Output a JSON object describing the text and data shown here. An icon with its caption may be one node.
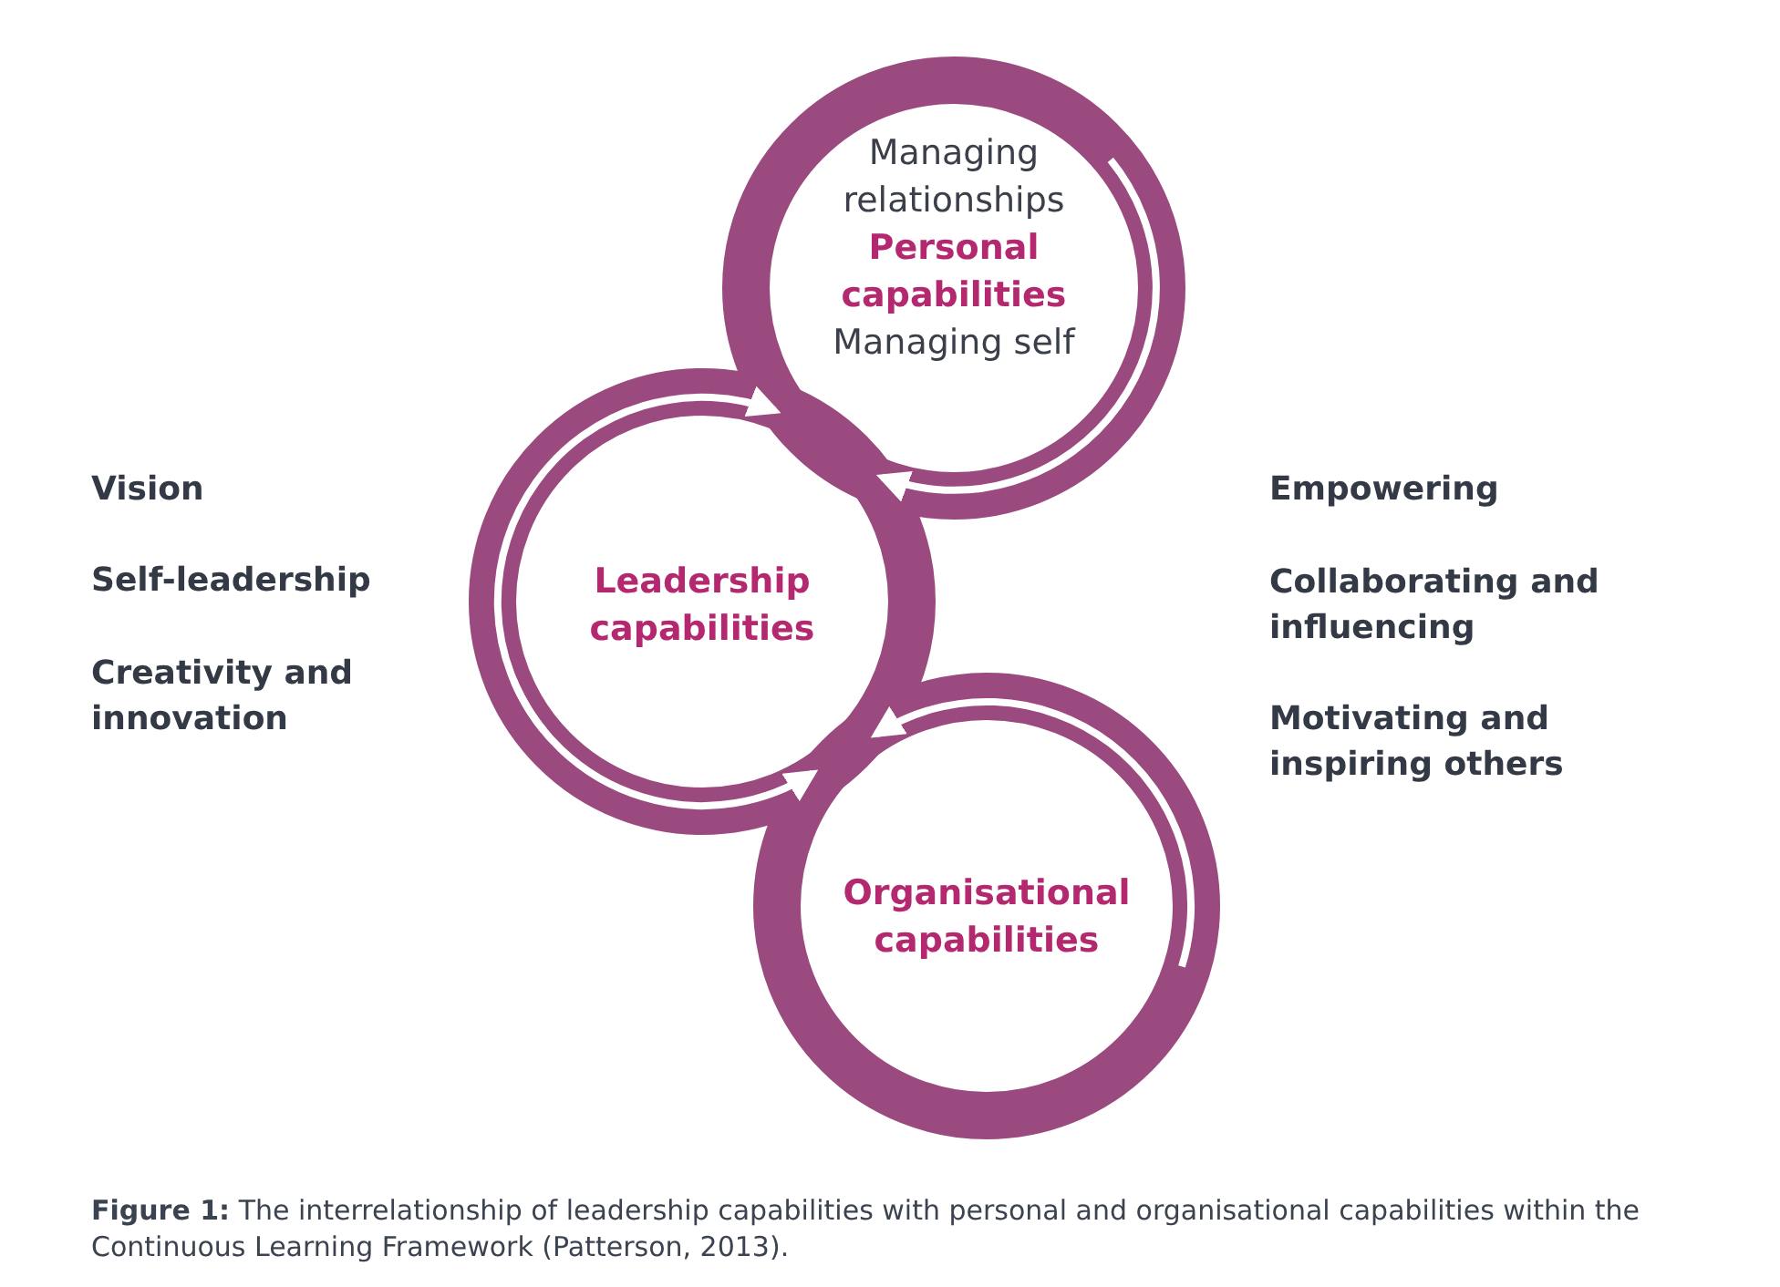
{
  "diagram": {
    "caption": "**Figure 1:** The interrelationship of leadership capabilities with personal and organisational capabilities within the Continuous Learning Framework (Patterson, 2013).",
    "nodes": [
      {
        "text": [
          "Managing relationships",
          "Personal capabilities",
          "Managing self"
        ]
      },
      {
        "text": [
          "Leadership capabilities"
        ]
      },
      {
        "text": [
          "Organisational capabilities"
        ]
      }
    ],
    "edges": [
      {
        "from": 1,
        "to": 0,
        "arrow": "to"
      },
      {
        "from": 0,
        "to": 1,
        "arrow": "to"
      },
      {
        "from": 1,
        "to": 2,
        "arrow": "to"
      },
      {
        "from": 2,
        "to": 1,
        "arrow": "to"
      }
    ],
    "labels": [
      "Vision",
      "Empowering",
      "Self-leadership",
      "Collaborating and influencing",
      "Creativity and innovation",
      "Motivating and inspiring others"
    ]
  }
}
